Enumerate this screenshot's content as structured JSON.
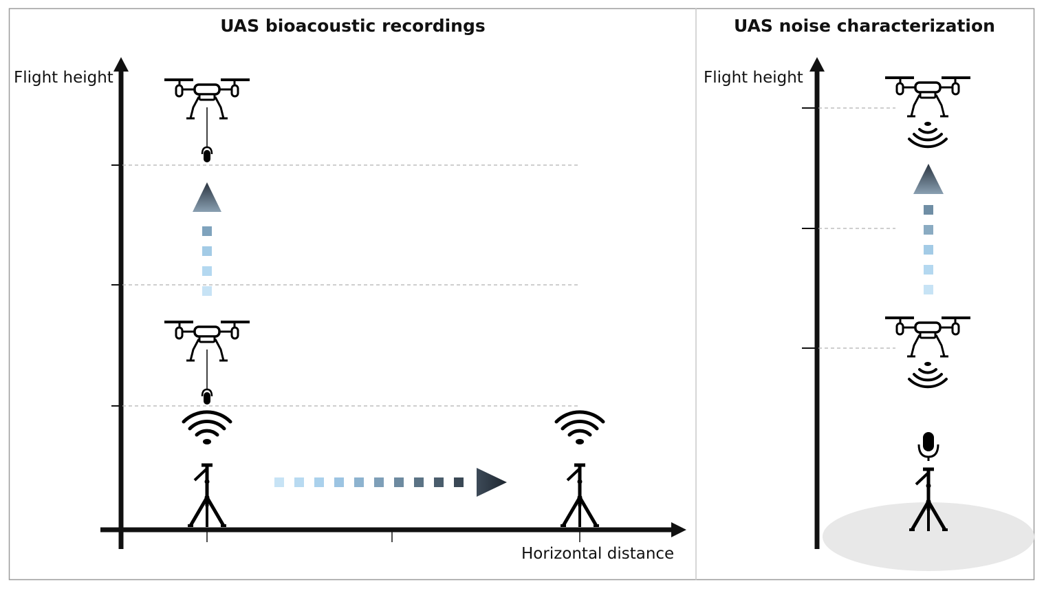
{
  "left_panel": {
    "title": "UAS bioacoustic recordings",
    "y_axis_label": "Flight height",
    "x_axis_label": "Horizontal distance"
  },
  "right_panel": {
    "title": "UAS noise characterization",
    "y_axis_label": "Flight height"
  },
  "colors": {
    "frame": "#9a9a9a",
    "axis": "#111111",
    "guide_line": "#b0b0b0",
    "arrow_light": "#c2e0f4",
    "arrow_dark": "#2a3440",
    "ground_ellipse": "#e8e8e8"
  },
  "icons": [
    "drone-icon",
    "microphone-icon",
    "tripod-icon",
    "sound-wave-icon",
    "progress-arrow-icon"
  ]
}
